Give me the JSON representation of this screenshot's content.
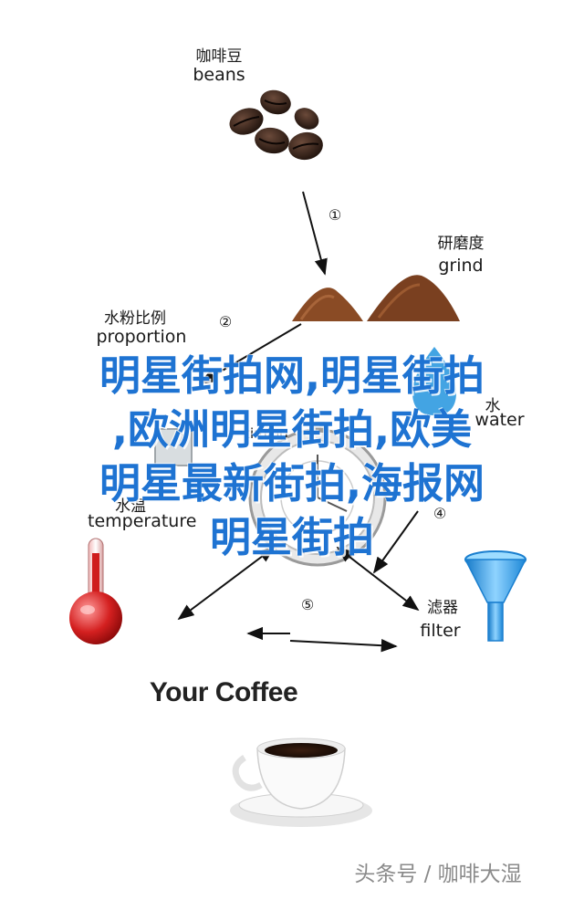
{
  "labels": {
    "beans": {
      "cn": "咖啡豆",
      "en": "beans"
    },
    "grind": {
      "cn": "研磨度",
      "en": "grind"
    },
    "proportion": {
      "cn": "水粉比例",
      "en": "proportion"
    },
    "water": {
      "cn": "水",
      "en": "water"
    },
    "timing": {
      "en": "timing"
    },
    "temperature": {
      "cn": "水温",
      "en": "temperature"
    },
    "filter": {
      "cn": "滤器",
      "en": "filter"
    }
  },
  "steps": [
    "①",
    "②",
    "④",
    "⑤"
  ],
  "title": "Your Coffee",
  "overlay_lines": [
    "明星街拍网,明星街拍",
    ",欧洲明星街拍,欧美",
    "明星最新街拍,海报网",
    "明星街拍"
  ],
  "watermark": "头条号 / 咖啡大湿",
  "colors": {
    "overlay": "#1e73d2",
    "coffee": "#8a4b25",
    "thermometer": "#d01818",
    "funnel": "#2ea3e6"
  },
  "icons": [
    "coffee-beans-icon",
    "ground-coffee-icon",
    "thermometer-icon",
    "stopwatch-icon",
    "water-drop-icon",
    "funnel-icon",
    "coffee-cup-icon"
  ]
}
